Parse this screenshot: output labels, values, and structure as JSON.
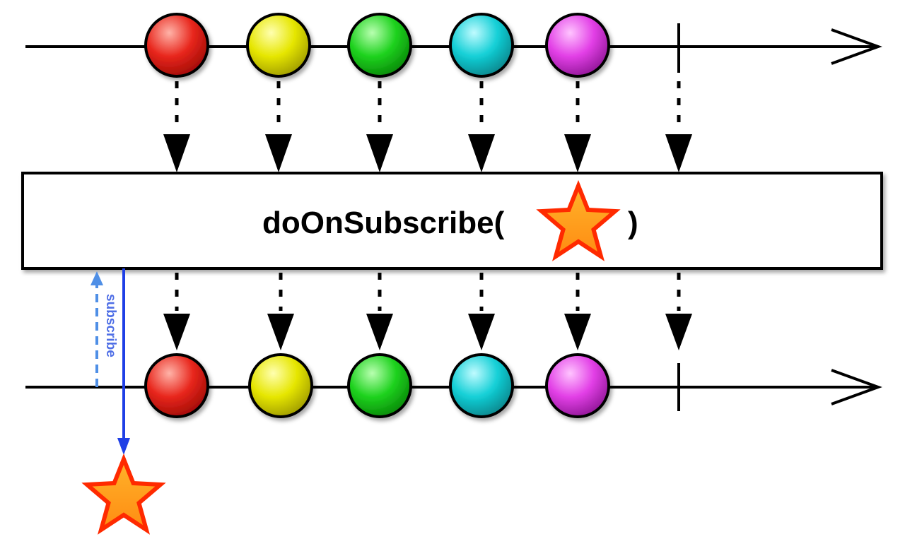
{
  "operator": {
    "label_prefix": "doOnSubscribe(",
    "label_suffix": ")"
  },
  "subscribe_label": "subscribe",
  "marbles": [
    {
      "name": "red",
      "color": "#e8261c",
      "highlight": "#ffb3a8"
    },
    {
      "name": "yellow",
      "color": "#e6e600",
      "highlight": "#ffffb0"
    },
    {
      "name": "green",
      "color": "#1ed21e",
      "highlight": "#b8ffb0"
    },
    {
      "name": "cyan",
      "color": "#13cfd6",
      "highlight": "#c0fbff"
    },
    {
      "name": "magenta",
      "color": "#e23fe6",
      "highlight": "#ffc4ff"
    }
  ],
  "colors": {
    "line": "#000000",
    "subscribe_solid": "#1f3fe6",
    "subscribe_dashed": "#4f8fe6",
    "star_fill": "#ff9a1f",
    "star_stroke": "#ff2a00"
  },
  "icons": [
    "star-icon",
    "arrow-head-icon",
    "completion-tick"
  ]
}
